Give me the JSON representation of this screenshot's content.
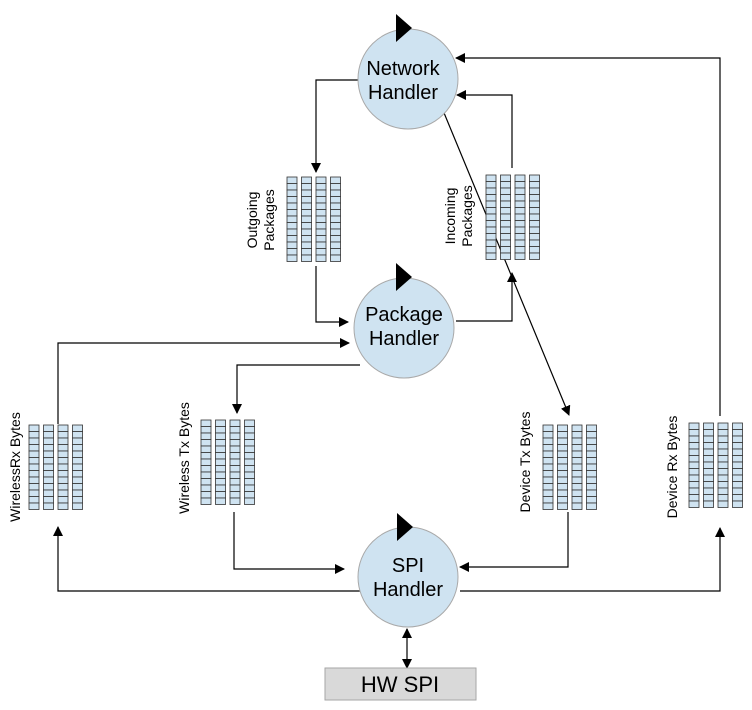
{
  "colors": {
    "node_fill": "#cfe3f1",
    "node_stroke": "#a9a9a9",
    "queue_fill": "#cfe3f1",
    "queue_stroke": "#333333",
    "hw_fill": "#d9d9d9",
    "hw_stroke": "#a6a6a6",
    "line": "#000000"
  },
  "nodes": {
    "network": {
      "line1": "Network",
      "line2": "Handler"
    },
    "package": {
      "line1": "Package",
      "line2": "Handler"
    },
    "spi": {
      "line1": "SPI",
      "line2": "Handler"
    }
  },
  "queues": {
    "outgoing": {
      "line1": "Outgoing",
      "line2": "Packages"
    },
    "incoming": {
      "line1": "Incoming",
      "line2": "Packages"
    },
    "wireless_rx": {
      "label": "WirelessRx Bytes"
    },
    "wireless_tx": {
      "label": "Wireless Tx Bytes"
    },
    "device_tx": {
      "label": "Device Tx Bytes"
    },
    "device_rx": {
      "label": "Device Rx Bytes"
    }
  },
  "hw": {
    "label": "HW SPI"
  }
}
